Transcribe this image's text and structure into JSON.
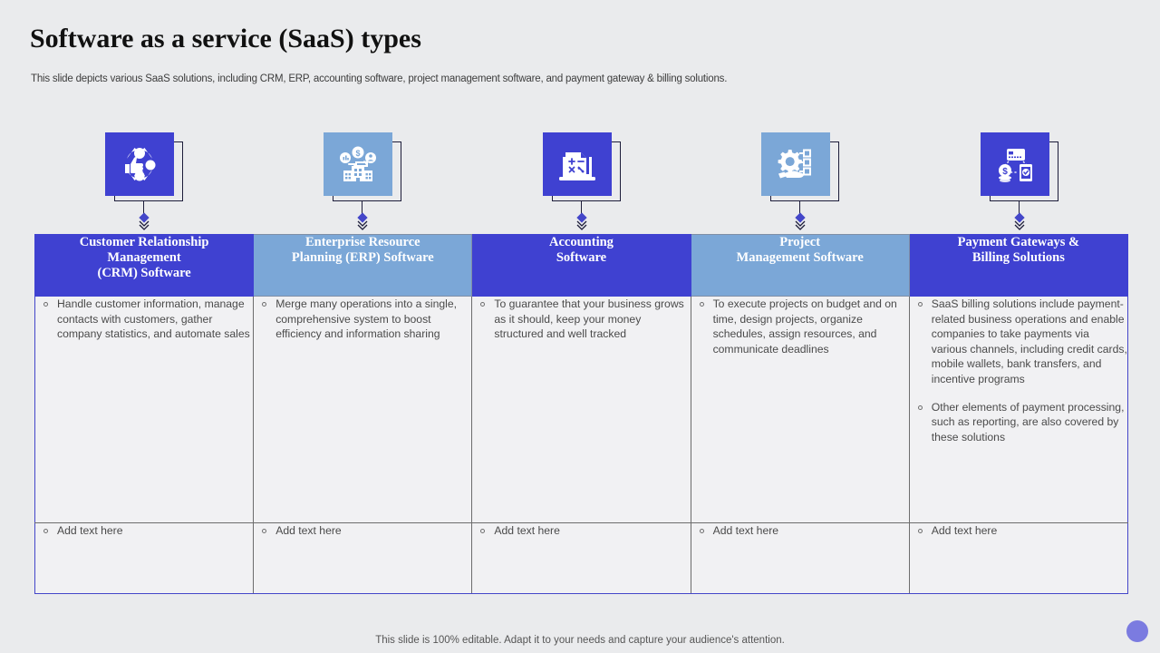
{
  "slide": {
    "title": "Software as a service (SaaS) types",
    "subtitle": "This slide depicts various SaaS solutions, including CRM, ERP, accounting software, project management software, and payment gateway & billing solutions.",
    "footer_note": "This slide is 100% editable. Adapt it to your needs and capture your audience's attention."
  },
  "colors": {
    "accent_dark": "#3f41d1",
    "accent_light": "#7ba7d7",
    "page_background": "#eaebed",
    "cell_background": "#f1f1f3",
    "body_text": "#4a4a4a",
    "corner_dot": "#7b7be0"
  },
  "columns": [
    {
      "icon_name": "crm-cycle-thumbs-up-icon",
      "icon_style": "dark",
      "header": "Customer Relationship Management (CRM) Software",
      "header_lines": [
        "Customer Relationship",
        "Management",
        "(CRM) Software"
      ],
      "bullets": [
        "Handle customer information, manage contacts with customers, gather company statistics, and automate sales"
      ],
      "footer_bullets": [
        "Add text here"
      ]
    },
    {
      "icon_name": "erp-building-metrics-icon",
      "icon_style": "light",
      "header": "Enterprise Resource Planning (ERP) Software",
      "header_lines": [
        "Enterprise Resource",
        "Planning (ERP) Software"
      ],
      "bullets": [
        "Merge many operations into a single, comprehensive system to boost efficiency and information sharing"
      ],
      "footer_bullets": [
        "Add text here"
      ]
    },
    {
      "icon_name": "accounting-laptop-calculator-icon",
      "icon_style": "dark",
      "header": "Accounting Software",
      "header_lines": [
        "Accounting",
        "Software"
      ],
      "bullets": [
        "To guarantee that your business grows as it should, keep your money structured and well tracked"
      ],
      "footer_bullets": [
        "Add text here"
      ]
    },
    {
      "icon_name": "project-management-hand-gear-checklist-icon",
      "icon_style": "light",
      "header": "Project Management Software",
      "header_lines": [
        "Project",
        "Management Software"
      ],
      "bullets": [
        "To execute projects on budget and on time, design projects, organize schedules, assign resources, and communicate deadlines"
      ],
      "footer_bullets": [
        "Add text here"
      ]
    },
    {
      "icon_name": "payment-gateway-card-coins-mobile-icon",
      "icon_style": "dark",
      "header": "Payment Gateways & Billing Solutions",
      "header_lines": [
        "Payment Gateways &",
        "Billing Solutions"
      ],
      "bullets": [
        "SaaS billing solutions include payment-related business operations and enable companies to take payments via various channels, including credit cards, mobile wallets, bank transfers, and incentive programs",
        "Other elements of payment processing, such as reporting, are also covered by these solutions"
      ],
      "footer_bullets": [
        "Add text here"
      ]
    }
  ]
}
